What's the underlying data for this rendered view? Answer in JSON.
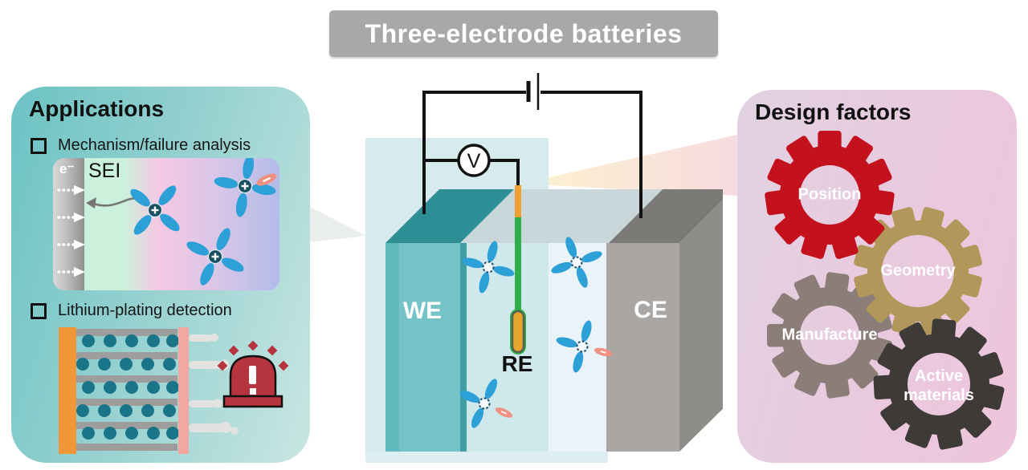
{
  "banner": {
    "title": "Three-electrode batteries",
    "bg": "#a8a8a8"
  },
  "applications": {
    "heading": "Applications",
    "items": [
      {
        "label": "Mechanism/failure analysis"
      },
      {
        "label": "Lithium-plating detection"
      }
    ],
    "sei_inset": {
      "electron_label": "e⁻",
      "sei_label": "SEI"
    }
  },
  "cell": {
    "working_electrode": "WE",
    "counter_electrode": "CE",
    "reference_electrode": "RE",
    "voltmeter": "V"
  },
  "design": {
    "heading": "Design factors",
    "gears": [
      {
        "label": "Position",
        "color": "#c3111d"
      },
      {
        "label": "Geometry",
        "color": "#b1985a"
      },
      {
        "label": "Manufacture",
        "color": "#8b7e79"
      },
      {
        "label": "Active materials",
        "color": "#3d3a38"
      }
    ]
  },
  "colors": {
    "panel_left_start": "#6cc3c4",
    "panel_left_end": "#c9e6e2",
    "panel_right_start": "#e1d2e1",
    "panel_right_end": "#eec5dc",
    "we_teal": "#74c3c6",
    "we_top": "#2e8e96",
    "ce_gray": "#a9a6a3",
    "ce_top": "#7c7a76",
    "electrolyte": "#cfe8ec",
    "electrolyte_light": "#e9f3f8",
    "back_wall": "#d7ebee",
    "re_green": "#2fae49",
    "re_orange": "#efa033",
    "ion_blue": "#2da0d8",
    "ion_center_dark": "#184f61",
    "anion_salmon": "#ef9180",
    "alarm_red": "#b5343d",
    "collector_orange": "#f2963a",
    "plating_pink": "#f3a7a2",
    "particle_teal": "#1a7588",
    "bar_gray": "#9d9d9d",
    "dendrite_gray": "#e2e2e1",
    "beam_yellow": "#fdf2cf",
    "beam_pink": "#f6dbdf",
    "wire_black": "#121212"
  }
}
